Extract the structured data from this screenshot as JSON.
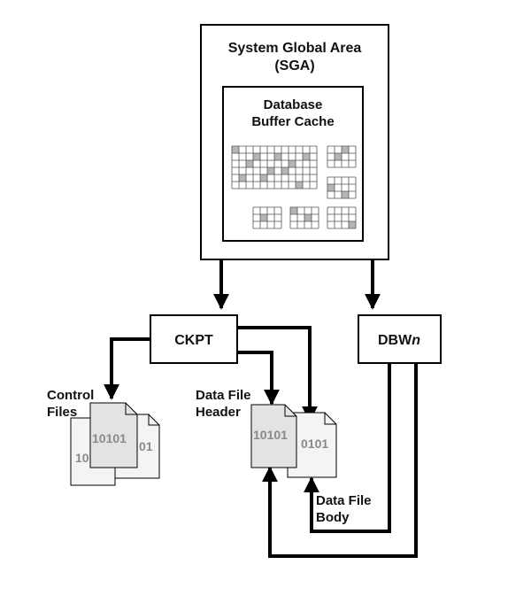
{
  "sga": {
    "title_line1": "System Global Area",
    "title_line2": "(SGA)"
  },
  "buffer_cache": {
    "title_line1": "Database",
    "title_line2": "Buffer Cache"
  },
  "processes": {
    "ckpt": "CKPT",
    "dbwn_base": "DBW",
    "dbwn_suffix": "n"
  },
  "files": {
    "control_line1": "Control",
    "control_line2": "Files",
    "header_line1": "Data File",
    "header_line2": "Header",
    "body_line1": "Data File",
    "body_line2": "Body",
    "binary_text": "10101",
    "binary_fragment_left": "10",
    "binary_fragment_right": "01",
    "binary_fragment_body": "0101"
  },
  "colors": {
    "stroke": "#000000",
    "grid_stroke": "#555555",
    "grid_fill": "#ffffff",
    "grid_highlight": "#b5b5b5",
    "doc_front": "#e3e3e3",
    "doc_back": "#f4f4f4"
  }
}
